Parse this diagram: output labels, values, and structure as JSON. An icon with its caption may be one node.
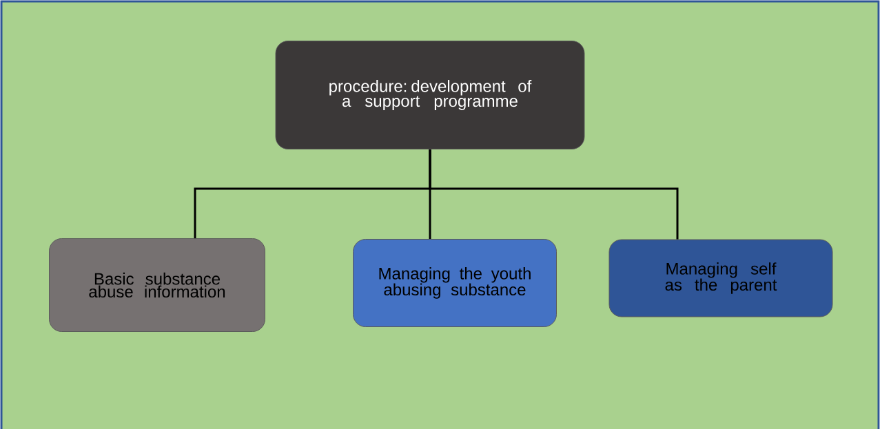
{
  "diagram": {
    "nodes": [
      {
        "text": [
          "procedure: development of a support programme"
        ]
      },
      {
        "text": [
          "Basic substance abuse information"
        ]
      },
      {
        "text": [
          "Managing the youth abusing substance"
        ]
      },
      {
        "text": [
          "Managing self as the parent"
        ]
      }
    ],
    "edges": [
      {
        "from": 0,
        "to": 1,
        "arrow": "none"
      },
      {
        "from": 0,
        "to": 2,
        "arrow": "none"
      },
      {
        "from": 0,
        "to": 3,
        "arrow": "none"
      }
    ]
  }
}
